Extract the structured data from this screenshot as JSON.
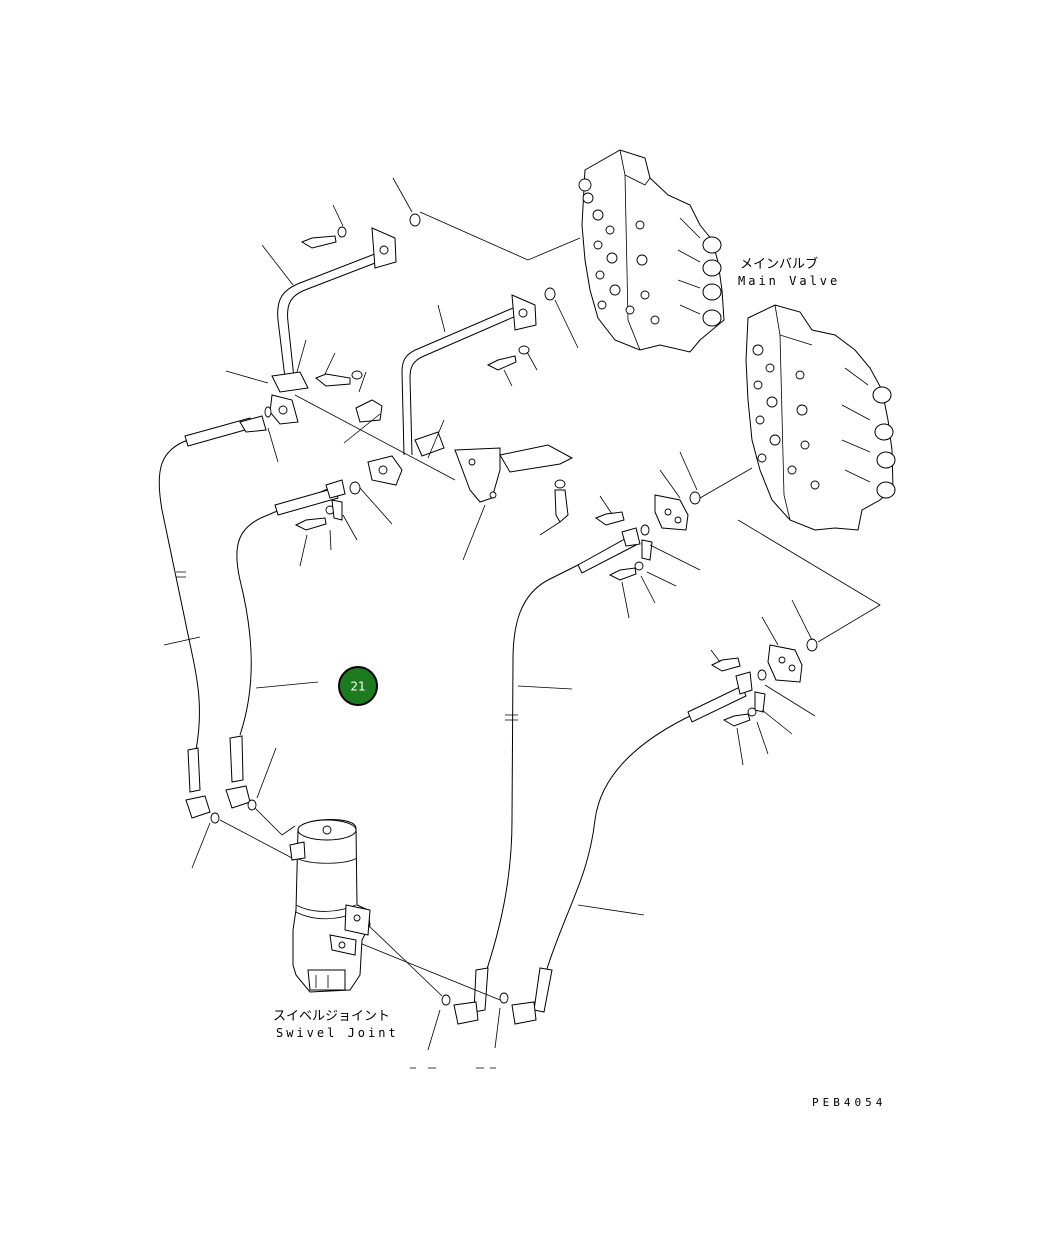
{
  "labels": {
    "main_valve_jp": "メインバルブ",
    "main_valve_en": "Main Valve",
    "swivel_joint_jp": "スイベルジョイント",
    "swivel_joint_en": "Swivel Joint"
  },
  "drawing_code": "PEB4054",
  "callout": {
    "number": "21",
    "color": "#1e7a1e",
    "border": "#000000"
  }
}
